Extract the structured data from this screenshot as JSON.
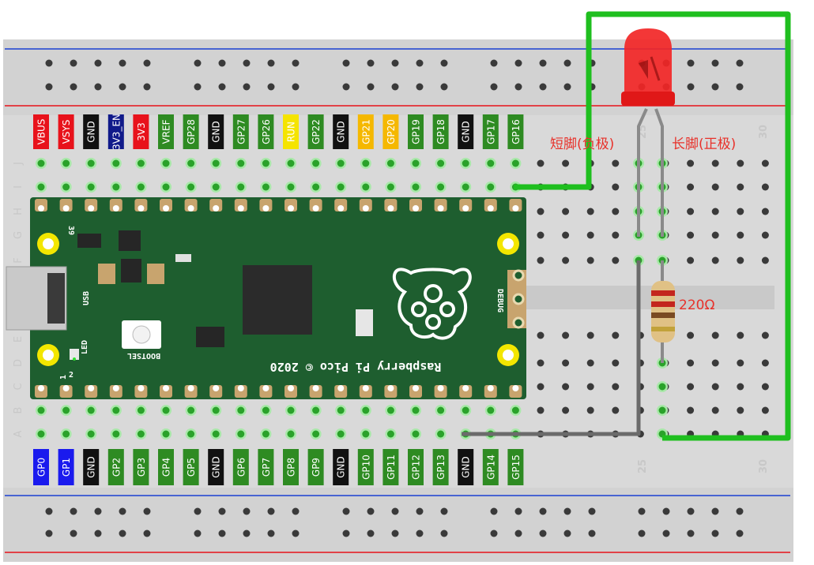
{
  "top_pins": [
    {
      "label": "VBUS",
      "color": "#e8121b"
    },
    {
      "label": "VSYS",
      "color": "#e8121b"
    },
    {
      "label": "GND",
      "color": "#111111"
    },
    {
      "label": "3V3_EN",
      "color": "#101a8a"
    },
    {
      "label": "3V3",
      "color": "#e8121b"
    },
    {
      "label": "VREF",
      "color": "#2e8b22"
    },
    {
      "label": "GP28",
      "color": "#2e8b22"
    },
    {
      "label": "GND",
      "color": "#111111"
    },
    {
      "label": "GP27",
      "color": "#2e8b22"
    },
    {
      "label": "GP26",
      "color": "#2e8b22"
    },
    {
      "label": "RUN",
      "color": "#f5e400"
    },
    {
      "label": "GP22",
      "color": "#2e8b22"
    },
    {
      "label": "GND",
      "color": "#111111"
    },
    {
      "label": "GP21",
      "color": "#f5b800"
    },
    {
      "label": "GP20",
      "color": "#f5b800"
    },
    {
      "label": "GP19",
      "color": "#2e8b22"
    },
    {
      "label": "GP18",
      "color": "#2e8b22"
    },
    {
      "label": "GND",
      "color": "#111111"
    },
    {
      "label": "GP17",
      "color": "#2e8b22"
    },
    {
      "label": "GP16",
      "color": "#2e8b22"
    }
  ],
  "bottom_pins": [
    {
      "label": "GP0",
      "color": "#1a1aee"
    },
    {
      "label": "GP1",
      "color": "#1a1aee"
    },
    {
      "label": "GND",
      "color": "#111111"
    },
    {
      "label": "GP2",
      "color": "#2e8b22"
    },
    {
      "label": "GP3",
      "color": "#2e8b22"
    },
    {
      "label": "GP4",
      "color": "#2e8b22"
    },
    {
      "label": "GP5",
      "color": "#2e8b22"
    },
    {
      "label": "GND",
      "color": "#111111"
    },
    {
      "label": "GP6",
      "color": "#2e8b22"
    },
    {
      "label": "GP7",
      "color": "#2e8b22"
    },
    {
      "label": "GP8",
      "color": "#2e8b22"
    },
    {
      "label": "GP9",
      "color": "#2e8b22"
    },
    {
      "label": "GND",
      "color": "#111111"
    },
    {
      "label": "GP10",
      "color": "#2e8b22"
    },
    {
      "label": "GP11",
      "color": "#2e8b22"
    },
    {
      "label": "GP12",
      "color": "#2e8b22"
    },
    {
      "label": "GP13",
      "color": "#2e8b22"
    },
    {
      "label": "GND",
      "color": "#111111"
    },
    {
      "label": "GP14",
      "color": "#2e8b22"
    },
    {
      "label": "GP15",
      "color": "#2e8b22"
    }
  ],
  "row_letters_top": [
    "J",
    "I",
    "H",
    "G",
    "F"
  ],
  "row_letters_bottom": [
    "E",
    "D",
    "C",
    "B",
    "A"
  ],
  "column_numbers": {
    "c25": "25",
    "c30": "30"
  },
  "annotations": {
    "short_leg": "短脚(负极)",
    "long_leg": "长脚(正极)",
    "resistor": "220Ω"
  },
  "board": {
    "silkscreen": "Raspberry Pi Pico © 2020",
    "usb": "USB",
    "led": "LED",
    "bootsel": "BOOTSEL",
    "debug": "DEBUG",
    "pin1": "1",
    "pin2": "2",
    "pin39": "39"
  },
  "colors": {
    "board_green": "#1e5e2f",
    "wire_green": "#1fbf1f",
    "wire_gray": "#6b6b6b",
    "rail_red": "#e8121b",
    "rail_blue": "#1a3fd1",
    "led_red": "#f22626"
  }
}
